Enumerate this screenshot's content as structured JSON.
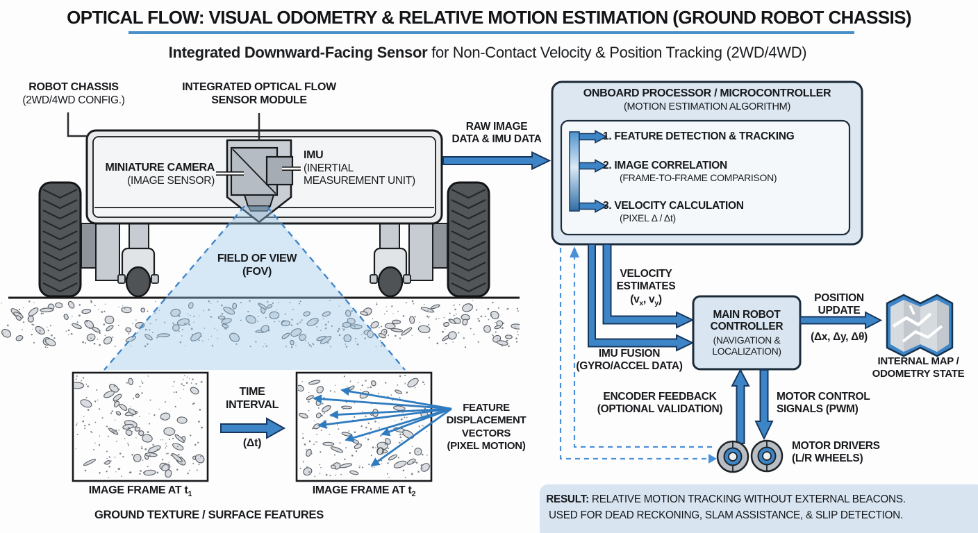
{
  "header": {
    "title": "OPTICAL FLOW: VISUAL ODOMETRY & RELATIVE MOTION ESTIMATION (GROUND ROBOT CHASSIS)",
    "subtitle_bold": "Integrated Downward-Facing Sensor",
    "subtitle_rest": " for Non-Contact Velocity & Position Tracking (2WD/4WD)"
  },
  "robot": {
    "chassis_label": "ROBOT CHASSIS",
    "chassis_sub": "(2WD/4WD CONFIG.)",
    "module_label_1": "INTEGRATED OPTICAL FLOW",
    "module_label_2": "SENSOR MODULE",
    "camera_label": "MINIATURE CAMERA",
    "camera_sub": "(IMAGE SENSOR)",
    "imu_label": "IMU",
    "imu_sub_1": "(INERTIAL",
    "imu_sub_2": "MEASUREMENT UNIT)",
    "fov_label": "FIELD OF VIEW",
    "fov_sub": "(FOV)"
  },
  "ground": {
    "time_1": "TIME",
    "time_2": "INTERVAL",
    "dt": "(Δt)",
    "frame1_label": "IMAGE FRAME AT t",
    "frame1_sub": "1",
    "frame2_label": "IMAGE FRAME AT t",
    "frame2_sub": "2",
    "vectors_l1": "FEATURE",
    "vectors_l2": "DISPLACEMENT",
    "vectors_l3": "VECTORS",
    "vectors_l4": "(PIXEL MOTION)",
    "caption": "GROUND TEXTURE / SURFACE FEATURES"
  },
  "processor": {
    "title": "ONBOARD PROCESSOR / MICROCONTROLLER",
    "subtitle": "(MOTION ESTIMATION ALGORITHM)",
    "steps": [
      {
        "label": "1. FEATURE DETECTION & TRACKING",
        "sub": ""
      },
      {
        "label": "2. IMAGE CORRELATION",
        "sub": "(FRAME-TO-FRAME COMPARISON)"
      },
      {
        "label": "3. VELOCITY CALCULATION",
        "sub": "(PIXEL Δ / Δt)"
      }
    ]
  },
  "flows": {
    "raw_1": "RAW IMAGE",
    "raw_2": "DATA & IMU DATA",
    "vel_1": "VELOCITY",
    "vel_2": "ESTIMATES",
    "vel_p1": "(v",
    "vel_s1": "x",
    "vel_p2": ", v",
    "vel_s2": "y",
    "vel_p3": ")",
    "imu_fusion_1": "IMU FUSION",
    "imu_fusion_2": "(GYRO/ACCEL DATA)",
    "position_1": "POSITION",
    "position_2": "UPDATE",
    "position_delta": "(Δx, Δy, Δθ)",
    "encoder_1": "ENCODER FEEDBACK",
    "encoder_2": "(OPTIONAL VALIDATION)",
    "motor_1": "MOTOR CONTROL",
    "motor_2": "SIGNALS (PWM)"
  },
  "controller": {
    "l1": "MAIN ROBOT",
    "l2": "CONTROLLER",
    "l3": "(NAVIGATION &",
    "l4": "LOCALIZATION)"
  },
  "map": {
    "l1": "INTERNAL MAP /",
    "l2": "ODOMETRY STATE"
  },
  "drivers": {
    "l1": "MOTOR DRIVERS",
    "l2": "(L/R WHEELS)"
  },
  "result": {
    "bold": "RESULT:",
    "line1": " RELATIVE MOTION TRACKING WITHOUT EXTERNAL BEACONS.",
    "line2": "USED FOR DEAD RECKONING, SLAM ASSISTANCE, & SLIP DETECTION."
  },
  "colors": {
    "accent_blue": "#3d85c6",
    "arrow_outline": "#17365d",
    "dashed_blue": "#4a90d9",
    "panel_fill": "#dce7f1",
    "panel_border": "#1c2b3a",
    "result_fill": "#d8e5f1",
    "title_underline": "#4a8fc7"
  }
}
